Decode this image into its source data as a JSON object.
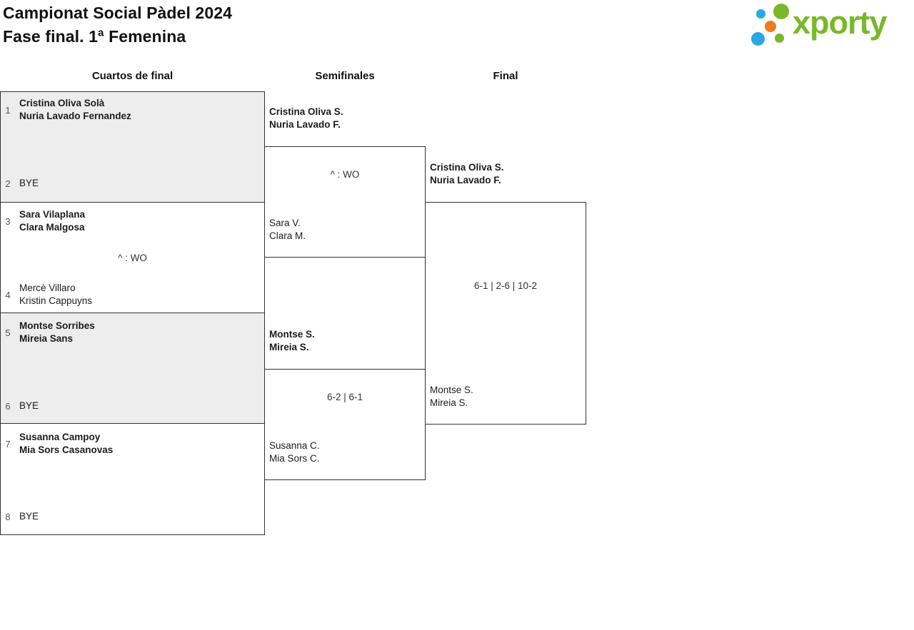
{
  "header": {
    "title_line1": "Campionat Social Pàdel 2024",
    "title_line2": "Fase final. 1ª Femenina"
  },
  "logo": {
    "wordmark": "xporty",
    "green": "#79b829",
    "blue": "#29a8e1",
    "orange": "#ee7c1d"
  },
  "round_headers": {
    "quarterfinals": "Cuartos de final",
    "semifinals": "Semifinales",
    "final": "Final"
  },
  "bracket": {
    "quarterfinals": [
      {
        "seed_top": "1",
        "team_top": [
          "Cristina Oliva Solà",
          "Nuria Lavado Fernandez"
        ],
        "seed_bottom": "2",
        "team_bottom": [
          "BYE"
        ],
        "score": ""
      },
      {
        "seed_top": "3",
        "team_top": [
          "Sara Vilaplana",
          "Clara Malgosa"
        ],
        "seed_bottom": "4",
        "team_bottom": [
          "Mercè Villaro",
          "Kristin Cappuyns"
        ],
        "score": "^ : WO"
      },
      {
        "seed_top": "5",
        "team_top": [
          "Montse Sorribes",
          "Mireia Sans"
        ],
        "seed_bottom": "6",
        "team_bottom": [
          "BYE"
        ],
        "score": ""
      },
      {
        "seed_top": "7",
        "team_top": [
          "Susanna Campoy",
          "Mia Sors Casanovas"
        ],
        "seed_bottom": "8",
        "team_bottom": [
          "BYE"
        ],
        "score": ""
      }
    ],
    "semifinals": [
      {
        "team_top": [
          "Cristina Oliva S.",
          "Nuria Lavado F."
        ],
        "team_bottom": [
          "Sara V.",
          "Clara M."
        ],
        "score": "^ : WO"
      },
      {
        "team_top": [
          "Montse S.",
          "Mireia S."
        ],
        "team_bottom": [
          "Susanna C.",
          "Mia Sors C."
        ],
        "score": "6-2 | 6-1"
      }
    ],
    "final": {
      "team_top": [
        "Cristina Oliva S.",
        "Nuria Lavado F."
      ],
      "team_bottom": [
        "Montse S.",
        "Mireia S."
      ],
      "score": "6-1 | 2-6 | 10-2"
    }
  }
}
